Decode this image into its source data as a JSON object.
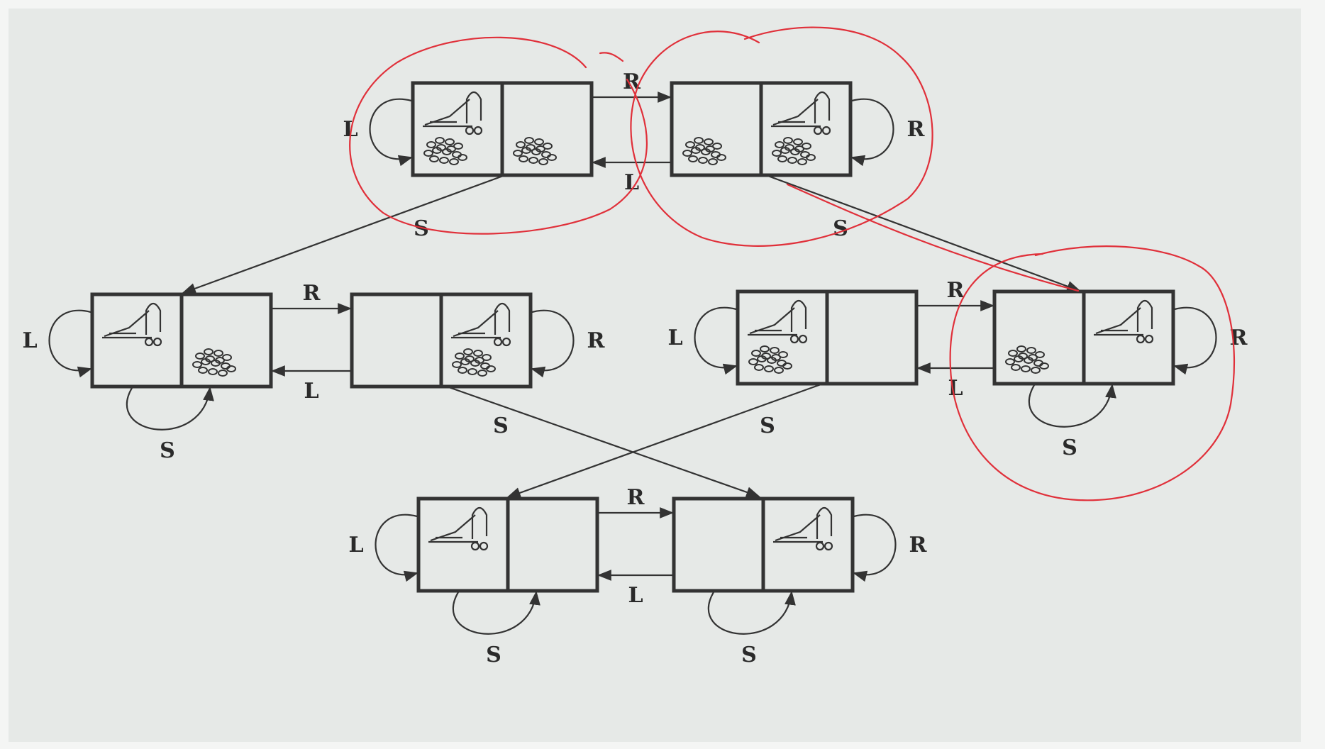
{
  "diagram": {
    "type": "state-space",
    "colors": {
      "background": "#f4f5f4",
      "slide": "#e6e9e7",
      "ink": "#333333",
      "annotation": "#e0303a"
    },
    "states": [
      {
        "id": "s1",
        "vacuum": "left",
        "dirt": [
          "left",
          "right"
        ]
      },
      {
        "id": "s2",
        "vacuum": "right",
        "dirt": [
          "left",
          "right"
        ]
      },
      {
        "id": "s3",
        "vacuum": "left",
        "dirt": [
          "right"
        ]
      },
      {
        "id": "s4",
        "vacuum": "right",
        "dirt": [
          "right"
        ]
      },
      {
        "id": "s5",
        "vacuum": "left",
        "dirt": [
          "left"
        ]
      },
      {
        "id": "s6",
        "vacuum": "right",
        "dirt": [
          "left"
        ]
      },
      {
        "id": "s7",
        "vacuum": "left",
        "dirt": []
      },
      {
        "id": "s8",
        "vacuum": "right",
        "dirt": []
      }
    ],
    "transitions": [
      {
        "from": "s1",
        "to": "s2",
        "label": "R"
      },
      {
        "from": "s2",
        "to": "s1",
        "label": "L"
      },
      {
        "from": "s1",
        "to": "s1",
        "label": "L"
      },
      {
        "from": "s2",
        "to": "s2",
        "label": "R"
      },
      {
        "from": "s1",
        "to": "s3",
        "label": "S"
      },
      {
        "from": "s2",
        "to": "s6",
        "label": "S"
      },
      {
        "from": "s3",
        "to": "s4",
        "label": "R"
      },
      {
        "from": "s4",
        "to": "s3",
        "label": "L"
      },
      {
        "from": "s3",
        "to": "s3",
        "label": "L"
      },
      {
        "from": "s3",
        "to": "s3",
        "label": "S"
      },
      {
        "from": "s4",
        "to": "s4",
        "label": "R"
      },
      {
        "from": "s4",
        "to": "s8",
        "label": "S"
      },
      {
        "from": "s5",
        "to": "s6",
        "label": "R"
      },
      {
        "from": "s6",
        "to": "s5",
        "label": "L"
      },
      {
        "from": "s5",
        "to": "s5",
        "label": "L"
      },
      {
        "from": "s5",
        "to": "s7",
        "label": "S"
      },
      {
        "from": "s6",
        "to": "s6",
        "label": "R"
      },
      {
        "from": "s6",
        "to": "s6",
        "label": "S"
      },
      {
        "from": "s7",
        "to": "s8",
        "label": "R"
      },
      {
        "from": "s8",
        "to": "s7",
        "label": "L"
      },
      {
        "from": "s7",
        "to": "s7",
        "label": "L"
      },
      {
        "from": "s7",
        "to": "s7",
        "label": "S"
      },
      {
        "from": "s8",
        "to": "s8",
        "label": "R"
      },
      {
        "from": "s8",
        "to": "s8",
        "label": "S"
      }
    ],
    "annotations": {
      "circled_states": [
        "s1",
        "s2",
        "s6"
      ]
    }
  }
}
